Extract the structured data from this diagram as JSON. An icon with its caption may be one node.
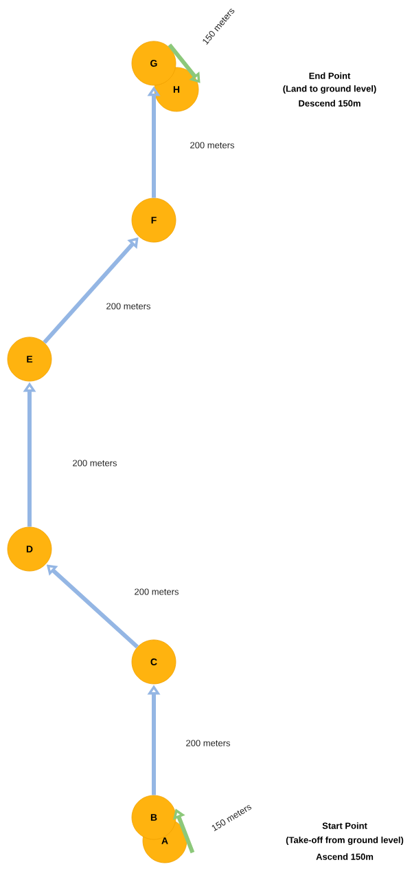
{
  "diagram": {
    "nodes": [
      {
        "text": [
          "A"
        ]
      },
      {
        "text": [
          "B"
        ]
      },
      {
        "text": [
          "C"
        ]
      },
      {
        "text": [
          "D"
        ]
      },
      {
        "text": [
          "E"
        ]
      },
      {
        "text": [
          "F"
        ]
      },
      {
        "text": [
          "G"
        ]
      },
      {
        "text": [
          "H"
        ]
      }
    ],
    "edges": [
      {
        "from": 0,
        "to": 1,
        "arrow": "to",
        "label": "150 meters",
        "color": "#8cc87a"
      },
      {
        "from": 1,
        "to": 2,
        "arrow": "to",
        "label": "200 meters"
      },
      {
        "from": 2,
        "to": 3,
        "arrow": "to",
        "label": "200 meters"
      },
      {
        "from": 3,
        "to": 4,
        "arrow": "to",
        "label": "200 meters"
      },
      {
        "from": 4,
        "to": 5,
        "arrow": "to",
        "label": "200 meters"
      },
      {
        "from": 5,
        "to": 6,
        "arrow": "to",
        "label": "200 meters"
      },
      {
        "from": 6,
        "to": 7,
        "arrow": "to",
        "label": "150 meters",
        "color": "#8cc87a"
      }
    ],
    "labels": [
      "End Point",
      "(Land to ground level)",
      "Descend 150m",
      "Start Point",
      "(Take-off from ground level)",
      "Ascend 150m"
    ]
  }
}
